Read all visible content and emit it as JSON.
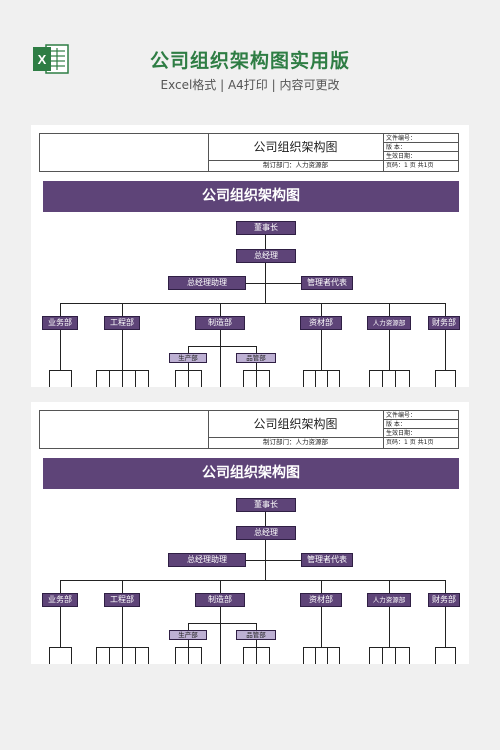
{
  "header": {
    "title": "公司组织架构图实用版",
    "subtitle": "Excel格式 | A4打印 | 内容可更改",
    "icon_letter": "X"
  },
  "sheet": {
    "doc_title": "公司组织架构图",
    "dept_line": "制订部门：人力资源部",
    "meta": [
      "文件编号：",
      "版    本：",
      "生效日期：",
      "页码：1 页 共1页"
    ],
    "banner": "公司组织架构图"
  },
  "org": {
    "chairman": "董事长",
    "gm": "总经理",
    "assistant": "总经理助理",
    "mgmt_rep": "管理者代表",
    "departments": [
      "业务部",
      "工程部",
      "制造部",
      "资材部",
      "人力资源部",
      "财务部"
    ],
    "sub_units": [
      "生产部",
      "品管部"
    ]
  },
  "colors": {
    "accent": "#5e4478",
    "light": "#bdb0d3",
    "brand_green": "#2e7d44"
  }
}
